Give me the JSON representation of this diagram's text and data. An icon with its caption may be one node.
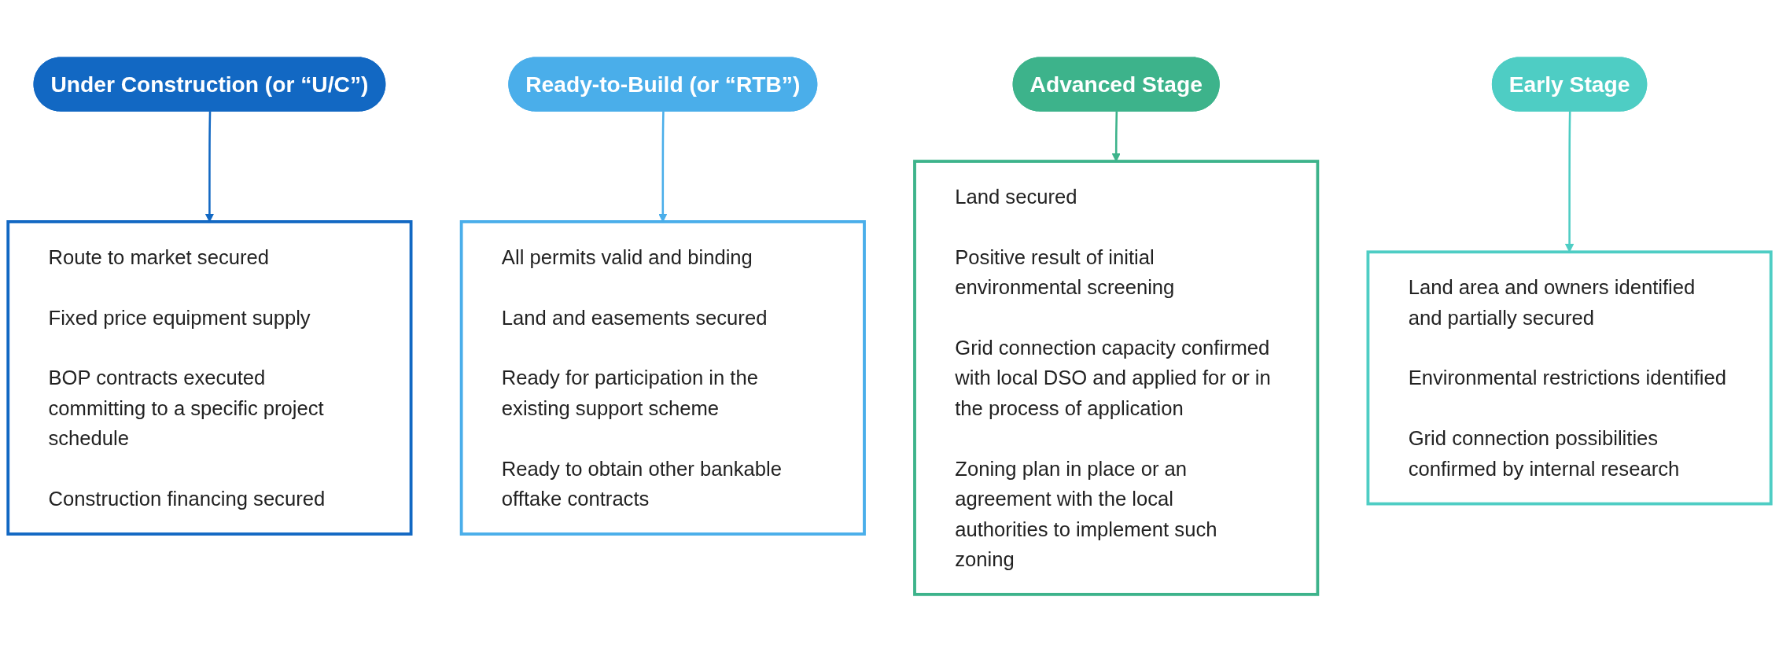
{
  "diagram": {
    "nodes": [
      {
        "text": [
          "Under Construction (or “U/C”)"
        ]
      },
      {
        "text": [
          "Ready-to-Build (or “RTB”)"
        ]
      },
      {
        "text": [
          "Advanced Stage"
        ]
      },
      {
        "text": [
          "Early Stage"
        ]
      },
      {
        "text": [
          "Route to market secured",
          "Fixed price equipment supply",
          "BOP contracts executed committing to a specific project schedule",
          "Construction financing secured"
        ]
      },
      {
        "text": [
          "All permits valid and binding",
          "Land and easements secured",
          "Ready for participation in the existing support scheme",
          "Ready to obtain other bankable offtake contracts"
        ]
      },
      {
        "text": [
          "Land secured",
          "Positive result of initial environmental screening",
          "Grid connection capacity confirmed with local DSO and applied for or in the process of application",
          "Zoning plan in place or an agreement with the local authorities to implement such zoning"
        ]
      },
      {
        "text": [
          "Land area and owners identified and partially secured",
          "Environmental restrictions identified",
          "Grid connection possibilities confirmed by internal research"
        ]
      }
    ],
    "edges": [
      {
        "from": 0,
        "to": 4,
        "arrow": "to",
        "color": "#1268c3"
      },
      {
        "from": 1,
        "to": 5,
        "arrow": "to",
        "color": "#4aaeea"
      },
      {
        "from": 2,
        "to": 6,
        "arrow": "to",
        "color": "#3db38b"
      },
      {
        "from": 3,
        "to": 7,
        "arrow": "to",
        "color": "#4ecdc4"
      }
    ]
  }
}
